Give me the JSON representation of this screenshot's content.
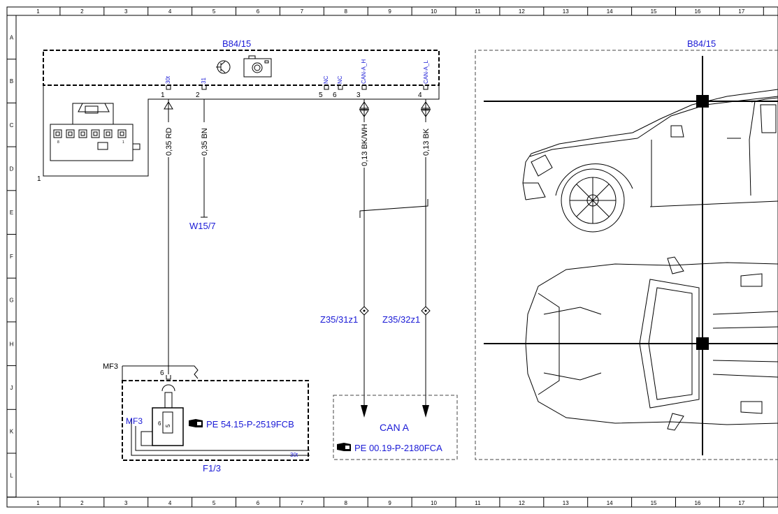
{
  "grid": {
    "columns": [
      "1",
      "2",
      "3",
      "4",
      "5",
      "6",
      "7",
      "8",
      "9",
      "10",
      "11",
      "12",
      "13",
      "14",
      "15",
      "16",
      "17"
    ],
    "rows": [
      "A",
      "B",
      "C",
      "D",
      "E",
      "F",
      "G",
      "H",
      "J",
      "K",
      "L"
    ]
  },
  "component": {
    "id": "B84/15",
    "connector_number": "1",
    "pins": [
      {
        "num": "1",
        "signal": "30t",
        "wire": "0,35 RD"
      },
      {
        "num": "2",
        "signal": "31",
        "wire": "0,35 BN"
      },
      {
        "num": "5",
        "signal": "NC"
      },
      {
        "num": "6",
        "signal": "NC"
      },
      {
        "num": "3",
        "signal": "CAN-A_H",
        "wire": "0,13 BK/WH"
      },
      {
        "num": "4",
        "signal": "CAN-A_L",
        "wire": "0,13 BK"
      }
    ],
    "connector_pin_marks": [
      "8",
      "1"
    ]
  },
  "ground": {
    "id": "W15/7"
  },
  "splices": {
    "left": "Z35/31z1",
    "right": "Z35/32z1"
  },
  "fuse_block": {
    "mf_top": "MF3",
    "mf_pin": "6",
    "mf_inner": "MF3",
    "fuse_left": "6",
    "fuse_right": "5",
    "ref": "PE 54.15-P-2519FCB",
    "bus": "30t",
    "id": "F1/3"
  },
  "can_box": {
    "title": "CAN A",
    "ref": "PE 00.19-P-2180FCA"
  },
  "locator": {
    "title": "B84/15"
  }
}
